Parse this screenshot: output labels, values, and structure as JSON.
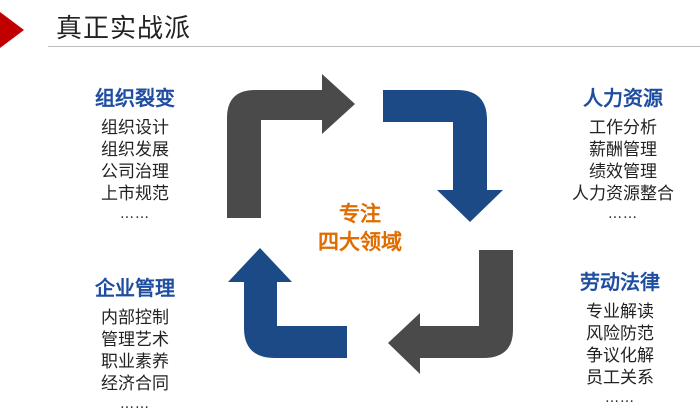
{
  "header": {
    "title": "真正实战派"
  },
  "center": {
    "line1": "专注",
    "line2": "四大领域"
  },
  "blocks": {
    "top_left": {
      "title": "组织裂变",
      "items": [
        "组织设计",
        "组织发展",
        "公司治理",
        "上市规范"
      ],
      "more": "……"
    },
    "top_right": {
      "title": "人力资源",
      "items": [
        "工作分析",
        "薪酬管理",
        "绩效管理",
        "人力资源整合"
      ],
      "more": "……"
    },
    "bottom_left": {
      "title": "企业管理",
      "items": [
        "内部控制",
        "管理艺术",
        "职业素养",
        "经济合同"
      ],
      "more": "……"
    },
    "bottom_right": {
      "title": "劳动法律",
      "items": [
        "专业解读",
        "风险防范",
        "争议化解",
        "员工关系"
      ],
      "more": "……"
    }
  },
  "colors": {
    "accent_red": "#c00000",
    "heading_blue": "#1f4ea1",
    "center_orange": "#e06c00",
    "arrow_gray": "#4a4a4a",
    "arrow_blue": "#1b4a86"
  }
}
